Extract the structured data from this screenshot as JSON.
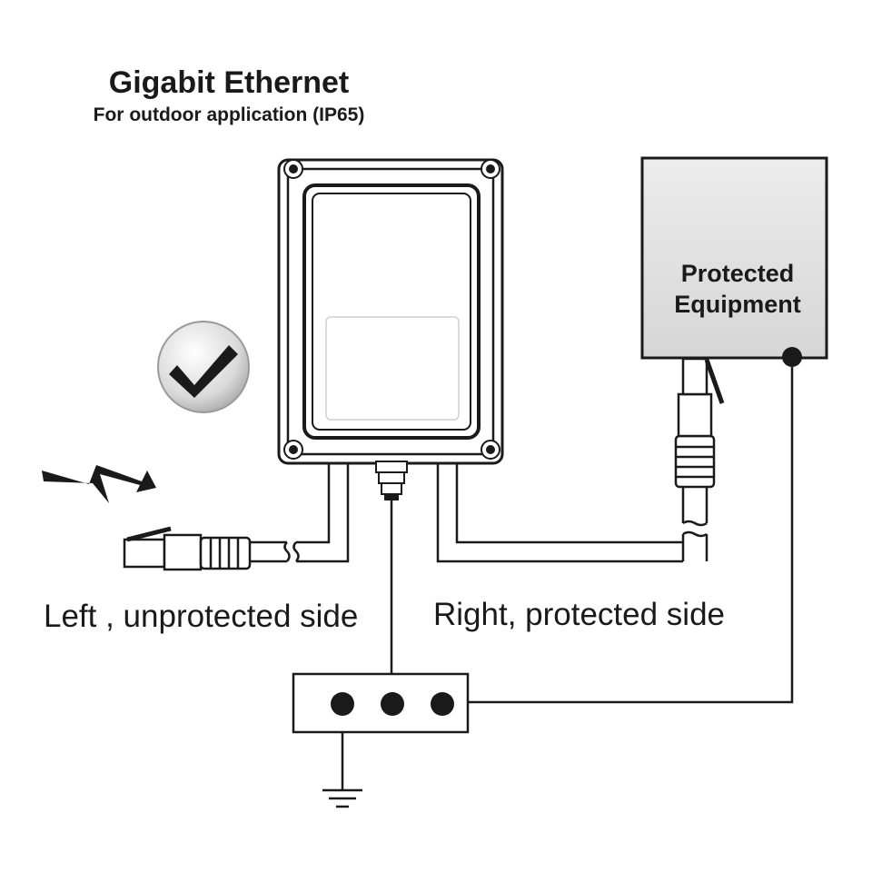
{
  "title": "Gigabit Ethernet",
  "subtitle": "For outdoor application (IP65)",
  "equipment": {
    "line1": "Protected",
    "line2": "Equipment"
  },
  "left_label": "Left , unprotected side",
  "right_label": "Right, protected side",
  "icons": {
    "check": "check-mark-icon",
    "lightning": "lightning-bolt-icon",
    "ground": "ground-symbol-icon"
  },
  "colors": {
    "ink": "#1a1a1a",
    "equipment_fill": "#e6e6e6",
    "check_fill": "#dcdcdc"
  }
}
